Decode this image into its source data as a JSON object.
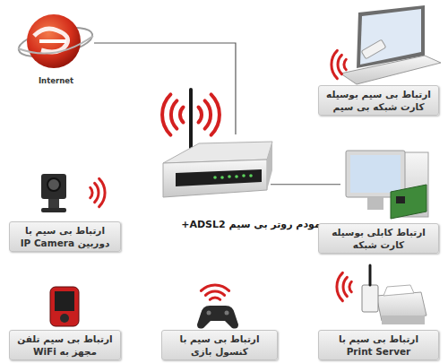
{
  "diagram": {
    "nodes": [
      {
        "text": [
          "Internet"
        ]
      },
      {
        "text": [
          "ارتباط بی سیم بوسیله کارت شبکه بی سیم"
        ]
      },
      {
        "text": [
          "مودم روتر بی سیم ADSL2+"
        ]
      },
      {
        "text": [
          "ارتباط بی سیم با دوربین IP Camera"
        ]
      },
      {
        "text": [
          "ارتباط کابلی بوسیله کارت شبکه"
        ]
      },
      {
        "text": [
          "ارتباط بی سیم تلفن مجهز به WiFi"
        ]
      },
      {
        "text": [
          "ارتباط بی سیم با کنسول بازی"
        ]
      },
      {
        "text": [
          "ارتباط بی سیم با Print Server"
        ]
      }
    ],
    "edges": [
      {
        "from": 2,
        "to": 0,
        "arrow": "none"
      },
      {
        "from": 2,
        "to": 4,
        "arrow": "none"
      }
    ]
  }
}
